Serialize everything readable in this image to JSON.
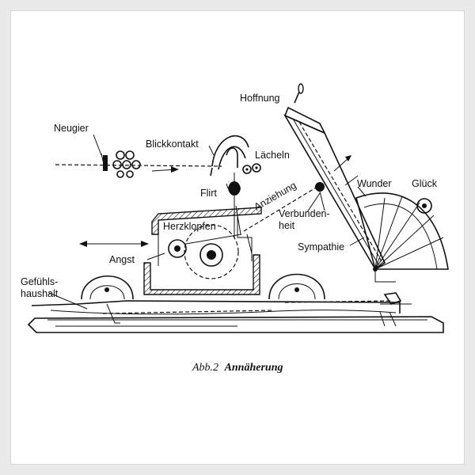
{
  "figure": {
    "labels": {
      "hoffnung": "Hoffnung",
      "neugier": "Neugier",
      "blickkontakt": "Blickkontakt",
      "laecheln": "Lächeln",
      "flirt": "Flirt",
      "anziehung": "Anziehung",
      "verbundenheit_1": "Verbunden-",
      "verbundenheit_2": "heit",
      "wunder": "Wunder",
      "glueck": "Glück",
      "herzklopfen": "Herzklopfen",
      "angst": "Angst",
      "gefuehlshaushalt_1": "Gefühls-",
      "gefuehlshaushalt_2": "haushalt",
      "sympathie": "Sympathie"
    },
    "caption": {
      "number": "Abb.2",
      "title": "Annäherung"
    }
  }
}
